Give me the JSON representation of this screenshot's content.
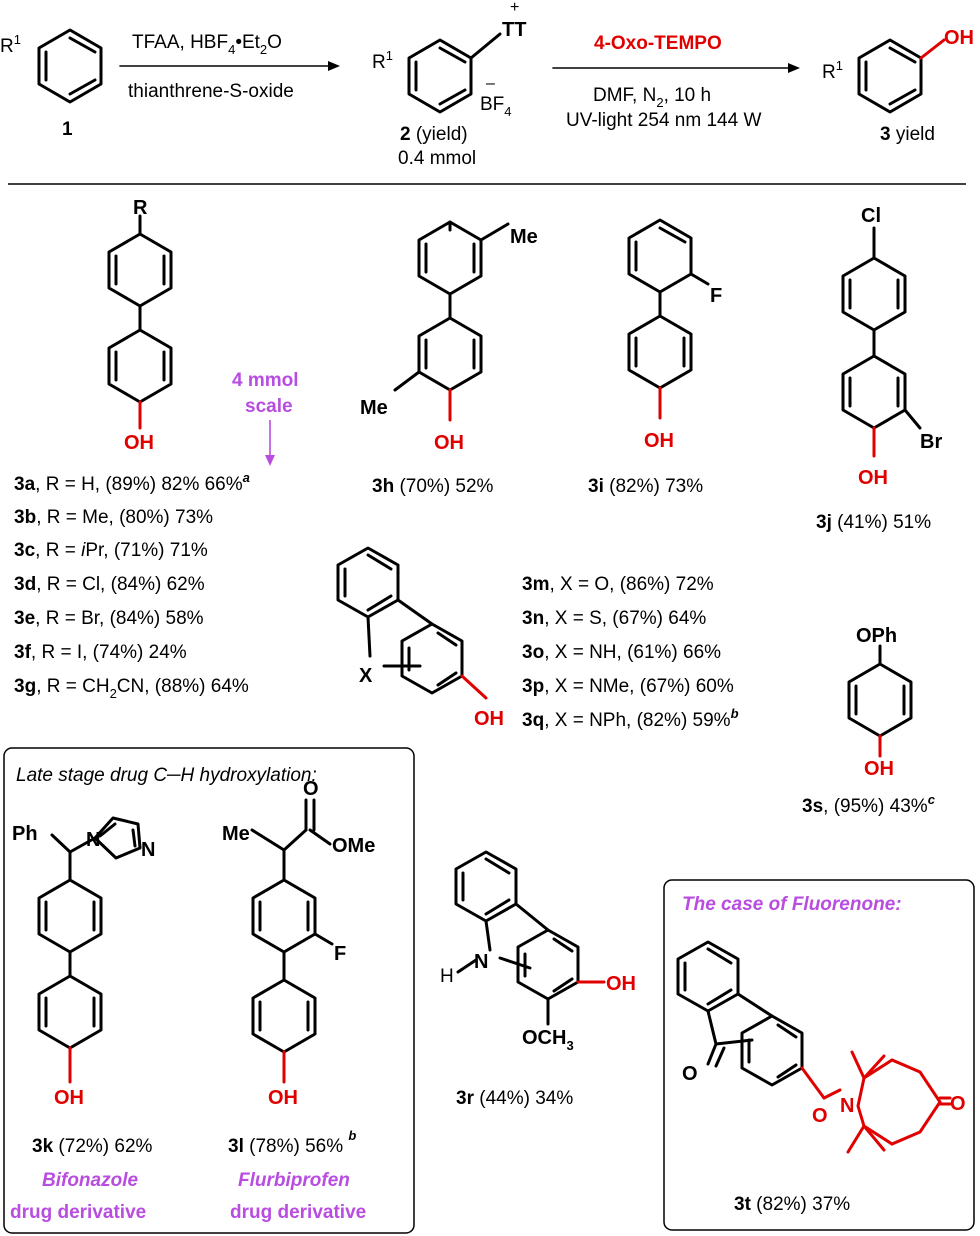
{
  "scheme": {
    "r1": "R",
    "r1_sup": "1",
    "label_1": "1",
    "reagents_top": "TFAA, HBF",
    "reagents_top_sub": "4",
    "reagents_top_dot": "•",
    "reagents_top_tail": "Et",
    "reagents_top_tail_sub": "2",
    "reagents_top_end": "O",
    "reagents_bottom": "thianthrene-S-oxide",
    "tt": "TT",
    "plus": "+",
    "minus": "–",
    "bf4": "BF",
    "bf4_sub": "4",
    "label_2": "2",
    "label_2_tail": " (yield)",
    "label_2_amount": "0.4 mmol",
    "step2_reagent": "4-Oxo-TEMPO",
    "step2_line1": "DMF, N",
    "step2_line1_sub": "2",
    "step2_line1_tail": ", 10 h",
    "step2_line2": "UV-light 254 nm 144 W",
    "oh": "OH",
    "label_3": "3",
    "label_3_tail": " yield"
  },
  "atoms": {
    "R": "R",
    "OH": "OH",
    "Me": "Me",
    "F": "F",
    "Cl": "Cl",
    "Br": "Br",
    "X": "X",
    "OPh": "OPh",
    "Ph": "Ph",
    "N": "N",
    "O": "O",
    "OMe": "OMe",
    "H": "H",
    "OCH3": "OCH",
    "OCH3_sub": "3"
  },
  "scale_note": {
    "line1": "4 mmol",
    "line2": "scale"
  },
  "results": {
    "3a": {
      "id": "3a",
      "text": ", R = H, (89%) 82% 66%",
      "note": "a"
    },
    "3b": {
      "id": "3b",
      "text": ", R = Me, (80%) 73%"
    },
    "3c": {
      "id": "3c",
      "pre": ", R = ",
      "ital": "i",
      "post": "Pr, (71%) 71%"
    },
    "3d": {
      "id": "3d",
      "text": ", R = Cl, (84%) 62%"
    },
    "3e": {
      "id": "3e",
      "text": ", R = Br, (84%) 58%"
    },
    "3f": {
      "id": "3f",
      "text": ", R = I, (74%) 24%"
    },
    "3g": {
      "id": "3g",
      "pre": ", R = CH",
      "sub": "2",
      "post": "CN, (88%) 64%"
    },
    "3h": {
      "id": "3h",
      "text": " (70%) 52%"
    },
    "3i": {
      "id": "3i",
      "text": " (82%) 73%"
    },
    "3j": {
      "id": "3j",
      "text": " (41%) 51%"
    },
    "3m": {
      "id": "3m",
      "text": ", X = O, (86%) 72%"
    },
    "3n": {
      "id": "3n",
      "text": ", X = S, (67%) 64%"
    },
    "3o": {
      "id": "3o",
      "text": ", X = NH, (61%) 66%"
    },
    "3p": {
      "id": "3p",
      "text": ", X = NMe, (67%) 60%"
    },
    "3q": {
      "id": "3q",
      "text": ", X = NPh, (82%) 59%",
      "note": "b"
    },
    "3s": {
      "id": "3s",
      "text": ", (95%) 43%",
      "note": "c"
    },
    "3k": {
      "id": "3k",
      "text": " (72%) 62%"
    },
    "3l": {
      "id": "3l",
      "text": " (78%) 56% ",
      "note": "b"
    },
    "3r": {
      "id": "3r",
      "text": " (44%) 34%"
    },
    "3t": {
      "id": "3t",
      "text": " (82%) 37%"
    }
  },
  "boxes": {
    "late_stage_title": "Late stage drug C",
    "late_stage_dash": "─",
    "late_stage_tail": "H hydroxylation:",
    "bifonazole": "Bifonazole",
    "flurbiprofen": "Flurbiprofen",
    "drug_derivative": "drug derivative",
    "fluorenone_title": "The case of Fluorenone:"
  },
  "colors": {
    "red": "#e00000",
    "magenta": "#b84de0",
    "ink": "#000000"
  }
}
